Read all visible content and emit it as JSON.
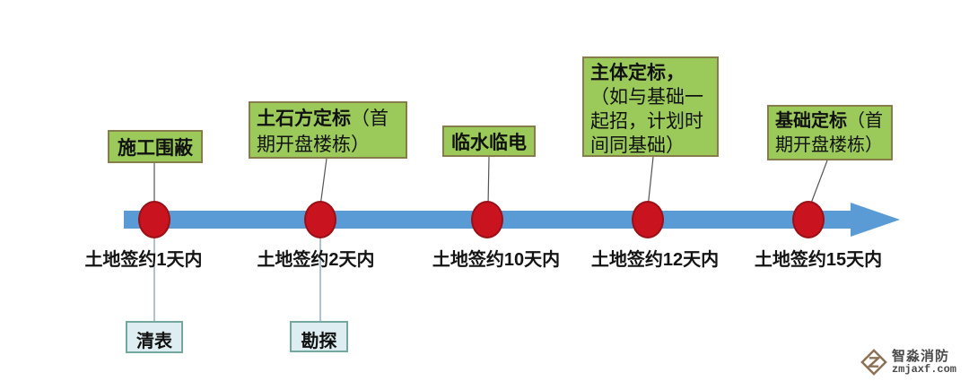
{
  "diagram": {
    "title_hint": "construction-milestone-timeline",
    "milestones": [
      {
        "box_title": "施工围蔽",
        "box_suffix": "",
        "time_label": "土地签约1天内",
        "sub_label": "清表"
      },
      {
        "box_title": "土石方定标",
        "box_suffix": "（首期开盘楼栋）",
        "time_label": "土地签约2天内",
        "sub_label": "勘探"
      },
      {
        "box_title": "临水临电",
        "box_suffix": "",
        "time_label": "土地签约10天内",
        "sub_label": ""
      },
      {
        "box_title": "主体定标，",
        "box_suffix": "（如与基础一起招，计划时间同基础）",
        "time_label": "土地签约12天内",
        "sub_label": ""
      },
      {
        "box_title": "基础定标",
        "box_suffix": "（首期开盘楼栋）",
        "time_label": "土地签约15天内",
        "sub_label": ""
      }
    ],
    "colors": {
      "timeline_bar": "#5B9BD5",
      "milestone_dot": "#C91420",
      "milestone_dot_border": "#9B0F16",
      "event_box_fill": "#9BCA5A",
      "event_box_border": "#867D4B",
      "sub_box_fill": "#DEEDF1",
      "sub_box_border": "#74A89E",
      "logo": "#8D7155"
    }
  },
  "watermark": {
    "brand": "智淼消防",
    "site": "zmjaxf.com"
  }
}
